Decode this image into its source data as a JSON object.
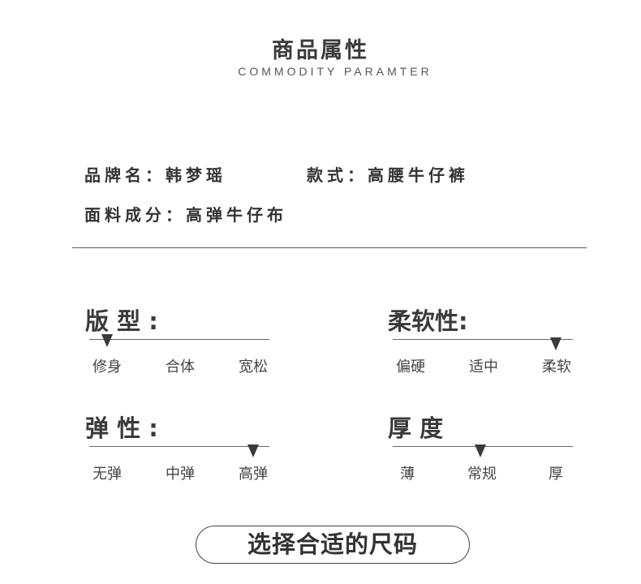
{
  "header": {
    "title": "商品属性",
    "subtitle": "COMMODITY PARAMTER"
  },
  "info": {
    "brand": "品牌名：韩梦瑶",
    "style": "款式：高腰牛仔裤",
    "fabric": "面料成分：高弹牛仔布"
  },
  "attributes": [
    {
      "label": "版 型 :",
      "options": [
        "修身",
        "合体",
        "宽松"
      ],
      "selected_index": 0
    },
    {
      "label": "柔软性:",
      "options": [
        "偏硬",
        "适中",
        "柔软"
      ],
      "selected_index": 2
    },
    {
      "label": "弹 性 :",
      "options": [
        "无弹",
        "中弹",
        "高弹"
      ],
      "selected_index": 2
    },
    {
      "label": "厚 度",
      "options": [
        "薄",
        "常规",
        "厚"
      ],
      "selected_index": 1
    }
  ],
  "cta": {
    "label": "选择合适的尺码"
  },
  "colors": {
    "text": "#3a3a3a",
    "line": "#666666",
    "background": "#ffffff"
  }
}
